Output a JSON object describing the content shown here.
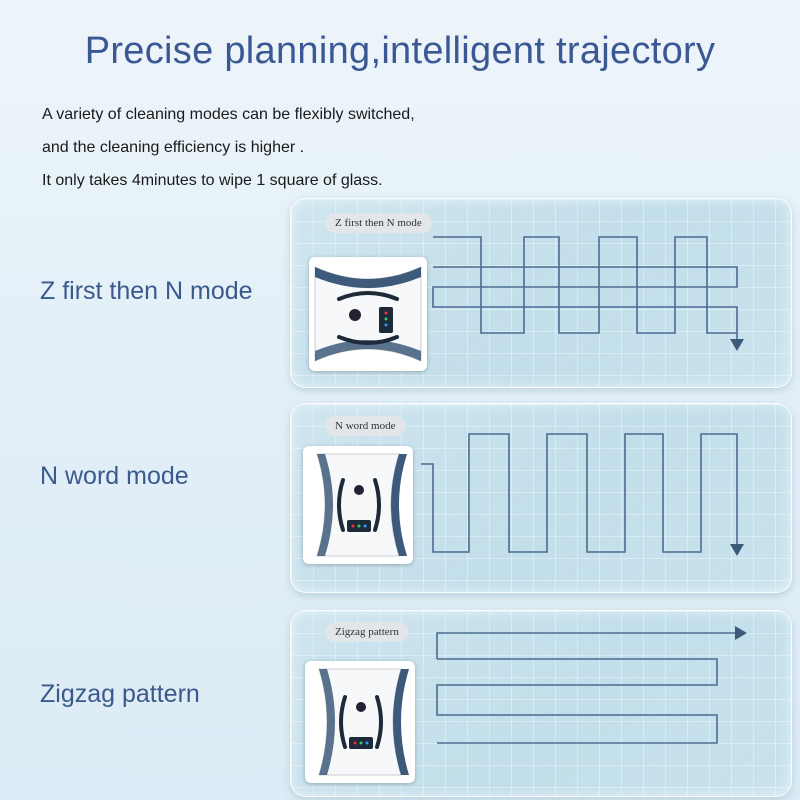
{
  "heading": "Precise planning,intelligent trajectory",
  "description": {
    "line1": "A variety of cleaning modes can be flexibly switched,",
    "line2": "and the cleaning efficiency is higher .",
    "line3": "It only takes 4minutes to wipe 1 square of glass."
  },
  "modes": [
    {
      "label": "Z first then N mode",
      "pill": "Z first then N mode",
      "robot_orientation": "horizontal"
    },
    {
      "label": "N word mode",
      "pill": "N word mode",
      "robot_orientation": "vertical"
    },
    {
      "label": "Zigzag pattern",
      "pill": "Zigzag pattern",
      "robot_orientation": "vertical"
    }
  ],
  "colors": {
    "title": "#3b5894",
    "mode_label": "#3a5a8c",
    "trajectory_line": "#4a6c90",
    "robot_accent": "#3d5a7a"
  }
}
